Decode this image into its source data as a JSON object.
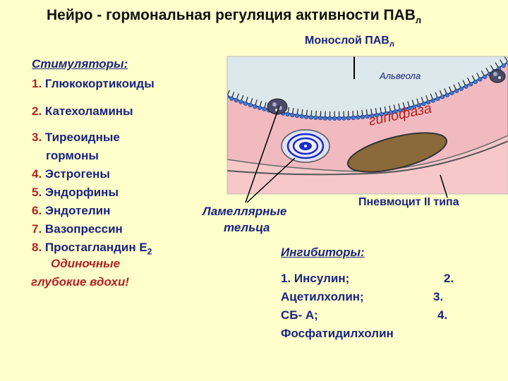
{
  "title": {
    "main": "Нейро - гормональная регуляция  активности ПАВ",
    "sub": "л"
  },
  "monolayer": {
    "main": "Монослой ПАВ",
    "sub": "л"
  },
  "alveola_label": "Альвеола",
  "hypophase_label": "гипофаза",
  "stimulators": {
    "heading": "Стимуляторы:",
    "items": [
      {
        "num": "1.",
        "text": "Глюкокортикоиды"
      },
      {
        "num": "2.",
        "text": "Катехоламины"
      },
      {
        "num": "3.",
        "text": "Тиреоидные"
      },
      {
        "num": "",
        "text": "гормоны"
      },
      {
        "num": "4.",
        "text": "Эстрогены"
      },
      {
        "num": "5.",
        "text": "Эндорфины"
      },
      {
        "num": "6.",
        "text": "Эндотелин"
      },
      {
        "num": "7.",
        "text": "Вазопрессин"
      },
      {
        "num": "8.",
        "text": "Простагландин Е",
        "sub": "2"
      }
    ],
    "extra_line1": "Одиночные",
    "extra_line2": "глубокие вдохи!"
  },
  "lamellar_label": {
    "line1": "Ламеллярные",
    "line2": "тельца"
  },
  "pneumocyte_label": "Пневмоцит II типа",
  "inhibitors": {
    "heading": "Ингибиторы:",
    "line1_left": "1. Инсулин;",
    "line1_right": "2.",
    "line2_left": "Ацетилхолин;",
    "line2_right": "3.",
    "line3_left": "СБ- А;",
    "line3_right": "4.",
    "line4_left": "Фосфатидилхолин"
  },
  "colors": {
    "background": "#ffffcc",
    "alveola": "#dde8ec",
    "hypophase": "#f0bac0",
    "cell": "#f6c8ca",
    "nucleus": "#8a6a3a",
    "lamellar_body": "#1d2bc4",
    "text_navy": "#1a237e",
    "text_red": "#b22222"
  }
}
